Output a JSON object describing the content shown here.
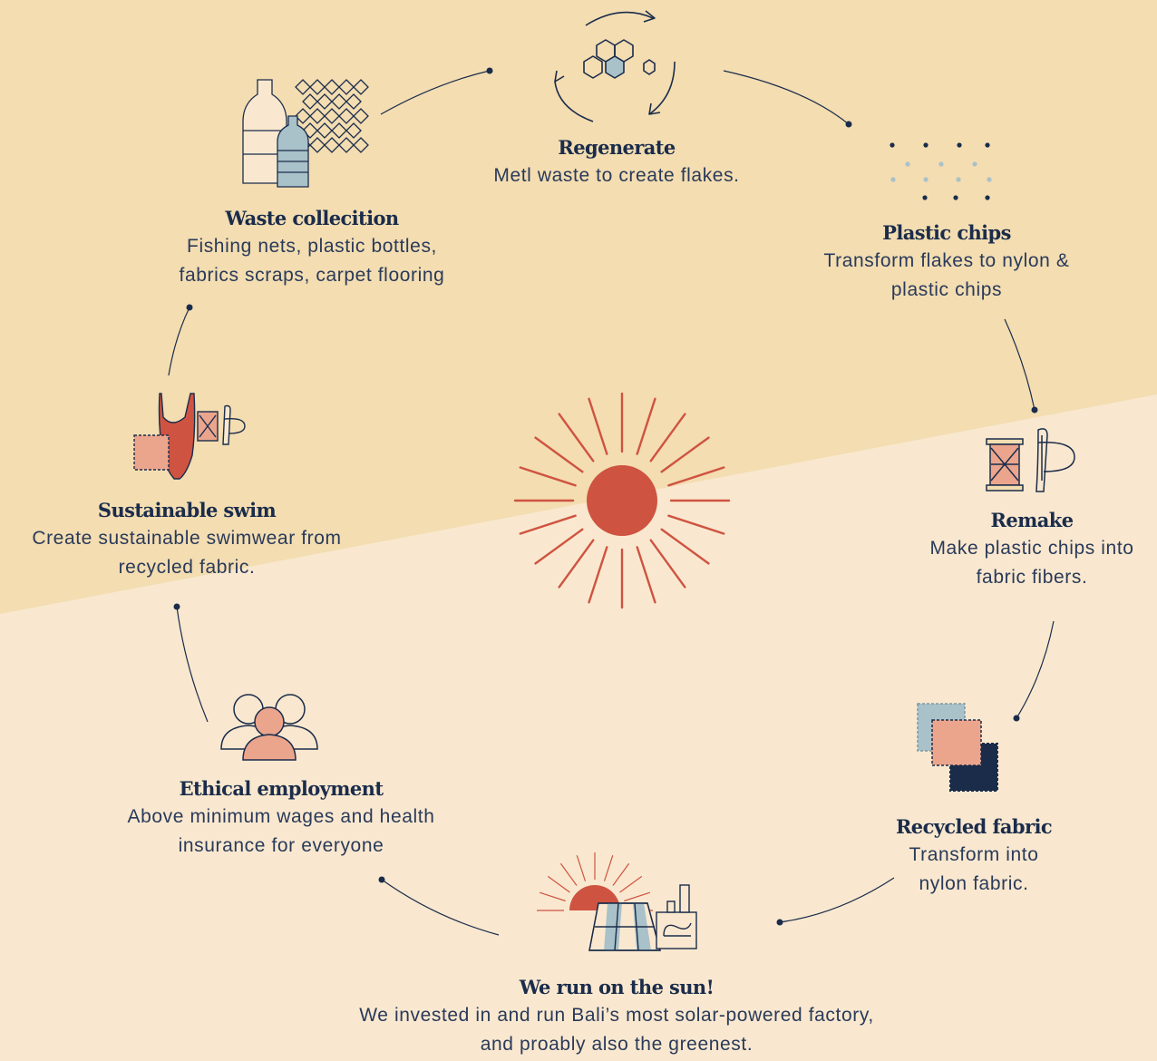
{
  "colors": {
    "bg_top": "#f3ddb1",
    "bg_bottom": "#f9e8cf",
    "navy": "#1b2c4b",
    "red": "#cf5341",
    "salmon": "#eba58d",
    "blue_grey": "#a9c1c9"
  },
  "steps": {
    "regenerate": {
      "title": "Regenerate",
      "desc": "Metl waste to create flakes.",
      "icon": "recycle-hexagons-icon"
    },
    "plastic_chips": {
      "title": "Plastic chips",
      "desc": "Transform flakes to nylon & plastic chips",
      "icon": "dots-chips-icon"
    },
    "remake": {
      "title": "Remake",
      "desc": "Make plastic chips into fabric fibers.",
      "icon": "spool-needle-icon"
    },
    "recycled_fabric": {
      "title": "Recycled fabric",
      "desc": "Transform into nylon fabric.",
      "icon": "fabric-swatches-icon"
    },
    "sun_power": {
      "title": "We run on the sun!",
      "desc": "We invested in and run Bali’s most solar-powered factory, and proably also the greenest.",
      "icon": "solar-factory-icon"
    },
    "ethical_employment": {
      "title": "Ethical employment",
      "desc": "Above minimum wages and health insurance for everyone",
      "icon": "people-icon"
    },
    "sustainable_swim": {
      "title": "Sustainable swim",
      "desc": "Create sustainable swimwear from recycled fabric.",
      "icon": "swimsuit-icon"
    },
    "waste_collection": {
      "title": "Waste collecition",
      "desc": "Fishing nets, plastic bottles, fabrics scraps, carpet flooring",
      "icon": "bottles-net-icon"
    }
  },
  "center": {
    "icon": "sun-icon"
  }
}
